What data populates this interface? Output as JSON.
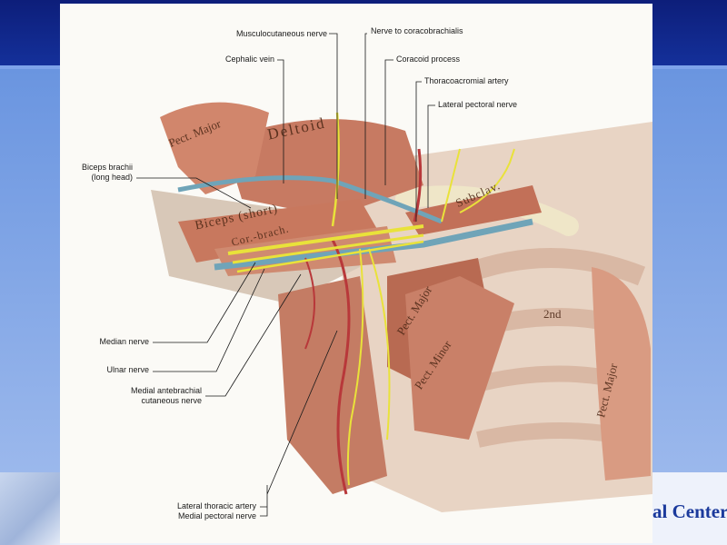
{
  "slide": {
    "footer_logo_text": "al Center"
  },
  "colors": {
    "band_dark": "#0d1e7a",
    "slide_blue": "#3b6fd0",
    "muscle": "#c77a62",
    "nerve": "#e9e23a",
    "vein": "#6fa4b8",
    "artery": "#b8383a"
  },
  "illustration": {
    "callouts": {
      "musculocutaneous_nerve": "Musculocutaneous nerve",
      "nerve_to_coracobrachialis": "Nerve to coracobrachialis",
      "cephalic_vein": "Cephalic vein",
      "coracoid_process": "Coracoid process",
      "thoracoacromial_artery": "Thoracoacromial artery",
      "lateral_pectoral_nerve": "Lateral pectoral nerve",
      "biceps_long_head_1": "Biceps brachii",
      "biceps_long_head_2": "(long head)",
      "median_nerve": "Median nerve",
      "ulnar_nerve": "Ulnar nerve",
      "medial_antebrachial_1": "Medial antebrachial",
      "medial_antebrachial_2": "cutaneous nerve",
      "lateral_thoracic_artery": "Lateral thoracic artery",
      "medial_pectoral_nerve": "Medial pectoral nerve"
    },
    "muscle_labels": {
      "pect_major_upper": "Pect. Major",
      "deltoid": "Deltoid",
      "biceps_short": "Biceps (short)",
      "cor_brach": "Cor.-brach.",
      "subclav": "Subclav.",
      "pect_major_mid": "Pect. Major",
      "pect_minor": "Pect. Minor",
      "second_rib": "2nd",
      "pect_major_right": "Pect. Major"
    }
  }
}
